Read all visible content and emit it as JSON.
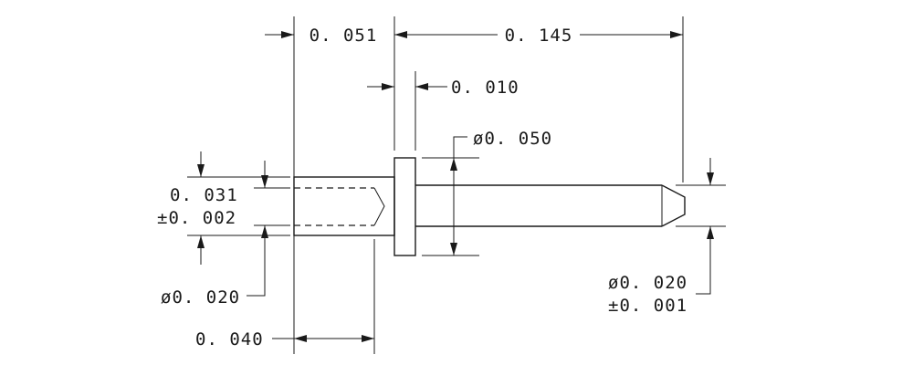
{
  "dimensions": {
    "d_0_051": "0. 051",
    "d_0_145": "0. 145",
    "d_0_010": "0. 010",
    "d_dia_0_050": "ø0. 050",
    "d_0_031": "0. 031",
    "d_tol_0_002": "±0. 002",
    "d_dia_0_020_left": "ø0. 020",
    "d_0_040": "0. 040",
    "d_dia_0_020_right": "ø0. 020",
    "d_tol_0_001": "±0. 001"
  }
}
